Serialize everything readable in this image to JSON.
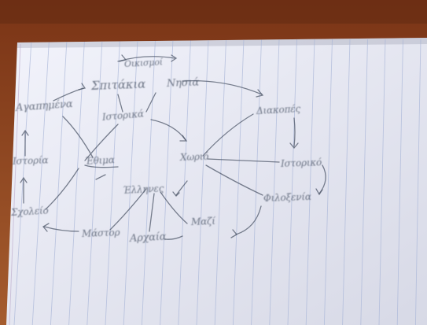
{
  "scene": {
    "subject": "handwritten-mind-map-on-ruled-notebook-paper",
    "colors": {
      "desk_top": "#7a3416",
      "desk_bottom": "#a55c2e",
      "paper_light": "#f2f3fb",
      "paper_shade": "#d7d9e6",
      "rule_line": "#a9b6d8",
      "ink": "#4b5567"
    }
  },
  "mindmap": {
    "words": {
      "w01": "Οικισμοί",
      "w02": "Σπιτάκια",
      "w03": "Νησιά",
      "w04": "Αγαπημένα",
      "w05": "Ιστορικά",
      "w06": "Διακοπές",
      "w07": "Ιστορία",
      "w08": "Έθιμα",
      "w09": "Χωριό",
      "w10": "Ιστορικό",
      "w11": "Έλληνες",
      "w12": "Σχολείο",
      "w13": "Φιλοξενία",
      "w14": "Μαζί",
      "w15": "Μάστορ",
      "w16": "Αρχαία"
    }
  }
}
